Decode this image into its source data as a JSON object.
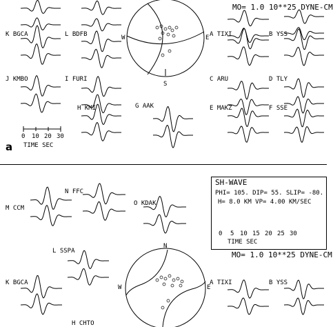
{
  "panel_a": {
    "moment_label": "MO= 1.0 10**25 DYNE-CM",
    "panel_letter": "a",
    "stations": [
      "K BGCA",
      "L BDFB",
      "A TIXI",
      "B YSS",
      "J KMBO",
      "I FURI",
      "C ARU",
      "D TLY",
      "H KMI",
      "G AAK",
      "E MAKZ",
      "F SSE"
    ],
    "focal": {
      "W": "W",
      "E": "E",
      "S": "S"
    },
    "scale": {
      "ticks": [
        "0",
        "10",
        "20",
        "30"
      ],
      "unit": "TIME SEC"
    }
  },
  "panel_b": {
    "inset": {
      "title": "SH-WAVE",
      "params": "PHI= 105. DIP= 55. SLIP= -80.",
      "depth": "H= 8.0 KM VP= 4.00 KM/SEC",
      "ticks": [
        "0",
        "5",
        "10",
        "15",
        "20",
        "25",
        "30"
      ],
      "unit": "TIME SEC"
    },
    "moment_label": "MO= 1.0 10**25 DYNE-CM",
    "stations": [
      "N FFC",
      "M CCM",
      "O KDAK",
      "L SSPA",
      "K BGCA",
      "A TIXI",
      "B YSS",
      "H CHTO"
    ],
    "focal": {
      "N": "N",
      "W": "W",
      "E": "E"
    }
  }
}
